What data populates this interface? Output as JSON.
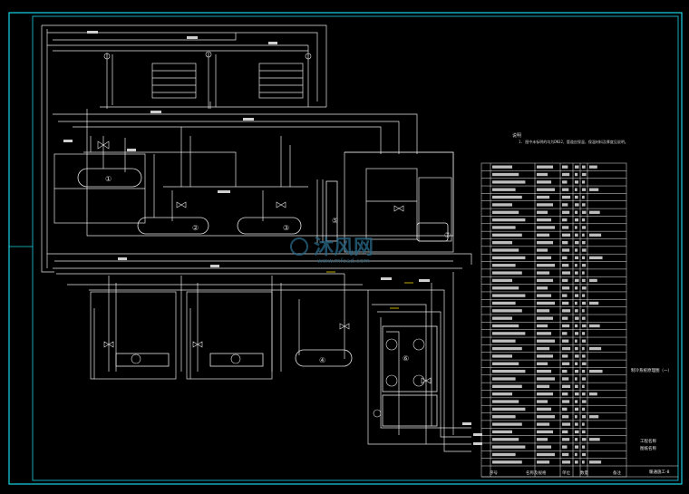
{
  "drawing": {
    "note_heading": "说明",
    "note_line": "1. 图中未标明的均为DN32，管道应保温，保温材料及厚度见说明。",
    "watermark_brand": "沐风网",
    "watermark_url": "www.mfcad.com",
    "title_block_name": "制冷系统原理图（一）",
    "title_block_sub_1": "工程名称",
    "title_block_sub_2": "图纸名称",
    "drawing_number": "暖通施工-8",
    "footer_labels": [
      "序号",
      "名称及规格",
      "单位",
      "数量",
      "备注"
    ]
  },
  "equipment_tags": [
    "①",
    "②",
    "③",
    "④",
    "⑤",
    "⑥",
    "⑦"
  ],
  "colors": {
    "frame": "#19d4e6",
    "line": "#e6e6e6",
    "text": "#d8d8d8",
    "accent": "#f0d200",
    "watermark": "#2a6a88"
  }
}
